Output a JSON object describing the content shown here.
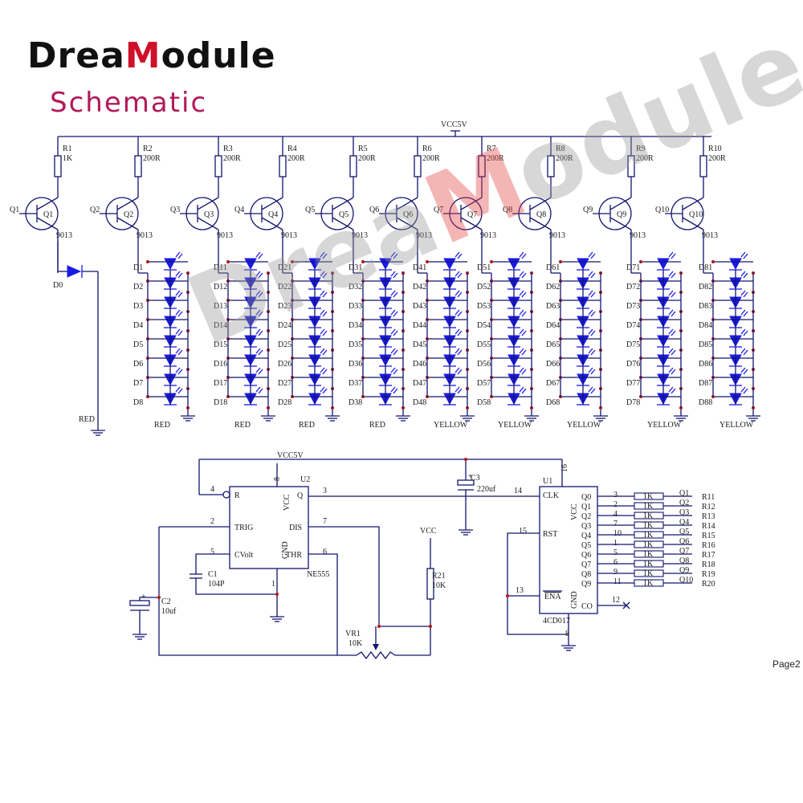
{
  "brand": {
    "pre": "Drea",
    "m": "M",
    "post": "odule",
    "subtitle": "Schematic"
  },
  "page": "Page2",
  "vcc_main": "VCC5V",
  "stages": [
    {
      "r": "R1",
      "rv": "1K",
      "q": "Q1",
      "in": "Q1",
      "t": "9013"
    },
    {
      "r": "R2",
      "rv": "200R",
      "q": "Q2",
      "in": "Q2",
      "t": "9013"
    },
    {
      "r": "R3",
      "rv": "200R",
      "q": "Q3",
      "in": "Q3",
      "t": "9013"
    },
    {
      "r": "R4",
      "rv": "200R",
      "q": "Q4",
      "in": "Q4",
      "t": "9013"
    },
    {
      "r": "R5",
      "rv": "200R",
      "q": "Q5",
      "in": "Q5",
      "t": "9013"
    },
    {
      "r": "R6",
      "rv": "200R",
      "q": "Q6",
      "in": "Q6",
      "t": "9013"
    },
    {
      "r": "R7",
      "rv": "200R",
      "q": "Q7",
      "in": "Q7",
      "t": "9013"
    },
    {
      "r": "R8",
      "rv": "200R",
      "q": "Q8",
      "in": "Q8",
      "t": "9013"
    },
    {
      "r": "R9",
      "rv": "200R",
      "q": "Q9",
      "in": "Q9",
      "t": "9013"
    },
    {
      "r": "R10",
      "rv": "200R",
      "q": "Q10",
      "in": "Q10",
      "t": "9013"
    }
  ],
  "d0": {
    "label": "D0",
    "color": "RED"
  },
  "led_groups": [
    {
      "labels": [
        "D1",
        "D2",
        "D3",
        "D4",
        "D5",
        "D6",
        "D7",
        "D8"
      ],
      "color": "RED"
    },
    {
      "labels": [
        "D11",
        "D12",
        "D13",
        "D14",
        "D15",
        "D16",
        "D17",
        "D18"
      ],
      "color": "RED"
    },
    {
      "labels": [
        "D21",
        "D22",
        "D23",
        "D24",
        "D25",
        "D26",
        "D27",
        "D28"
      ],
      "color": "RED"
    },
    {
      "labels": [
        "D31",
        "D32",
        "D33",
        "D34",
        "D35",
        "D36",
        "D37",
        "D38"
      ],
      "color": "RED"
    },
    {
      "labels": [
        "D41",
        "D42",
        "D43",
        "D44",
        "D45",
        "D46",
        "D47",
        "D48"
      ],
      "color": "YELLOW"
    },
    {
      "labels": [
        "D51",
        "D52",
        "D53",
        "D54",
        "D55",
        "D56",
        "D57",
        "D58"
      ],
      "color": "YELLOW"
    },
    {
      "labels": [
        "D61",
        "D62",
        "D63",
        "D64",
        "D65",
        "D66",
        "D67",
        "D68"
      ],
      "color": "YELLOW"
    },
    {
      "labels": [
        "D71",
        "D72",
        "D73",
        "D74",
        "D75",
        "D76",
        "D77",
        "D78"
      ],
      "color": "YELLOW"
    },
    {
      "labels": [
        "D81",
        "D82",
        "D83",
        "D84",
        "D85",
        "D86",
        "D87",
        "D88"
      ],
      "color": "YELLOW"
    }
  ],
  "timer": {
    "ref": "U2",
    "part": "NE555",
    "vcc": "VCC5V",
    "pins": {
      "r": "R",
      "vcc": "VCC",
      "q": "Q",
      "trig": "TRIG",
      "dis": "DIS",
      "cv": "CVolt",
      "gnd": "GND",
      "thr": "THR"
    },
    "pin_nums": {
      "p4": "4",
      "p8": "8",
      "p3": "3",
      "p2": "2",
      "p7": "7",
      "p5": "5",
      "p6": "6",
      "p1": "1"
    }
  },
  "c1": {
    "ref": "C1",
    "val": "104P"
  },
  "c2": {
    "ref": "C2",
    "val": "10uf"
  },
  "c3": {
    "ref": "C3",
    "val": "220uf"
  },
  "r21": {
    "ref": "R21",
    "val": "10K",
    "vcc": "VCC"
  },
  "vr1": {
    "ref": "VR1",
    "val": "10K"
  },
  "counter": {
    "ref": "U1",
    "part": "4CD017",
    "pins": {
      "clk": "CLK",
      "vcc": "VCC",
      "rst": "RST",
      "ena": "ENA",
      "gnd": "GND",
      "co": "CO"
    },
    "pin_nums": {
      "clk": "14",
      "vcc": "16",
      "rst": "15",
      "ena": "13",
      "gnd": "8",
      "co": "12"
    },
    "outputs": [
      {
        "q": "Q0",
        "pin": "3",
        "res": "1K",
        "net": "Q1",
        "r": "R11"
      },
      {
        "q": "Q1",
        "pin": "2",
        "res": "1K",
        "net": "Q2",
        "r": "R12"
      },
      {
        "q": "Q2",
        "pin": "4",
        "res": "1K",
        "net": "Q3",
        "r": "R13"
      },
      {
        "q": "Q3",
        "pin": "7",
        "res": "1K",
        "net": "Q4",
        "r": "R14"
      },
      {
        "q": "Q4",
        "pin": "10",
        "res": "1K",
        "net": "Q5",
        "r": "R15"
      },
      {
        "q": "Q5",
        "pin": "1",
        "res": "1K",
        "net": "Q6",
        "r": "R16"
      },
      {
        "q": "Q6",
        "pin": "5",
        "res": "1K",
        "net": "Q7",
        "r": "R17"
      },
      {
        "q": "Q7",
        "pin": "6",
        "res": "1K",
        "net": "Q8",
        "r": "R18"
      },
      {
        "q": "Q8",
        "pin": "9",
        "res": "1K",
        "net": "Q9",
        "r": "R19"
      },
      {
        "q": "Q9",
        "pin": "11",
        "res": "1K",
        "net": "Q10",
        "r": "R20"
      }
    ]
  },
  "colors": {
    "wire": "#14146e",
    "led": "#1a1ae6",
    "dot": "#b01818",
    "net": "#1a1ab4"
  }
}
